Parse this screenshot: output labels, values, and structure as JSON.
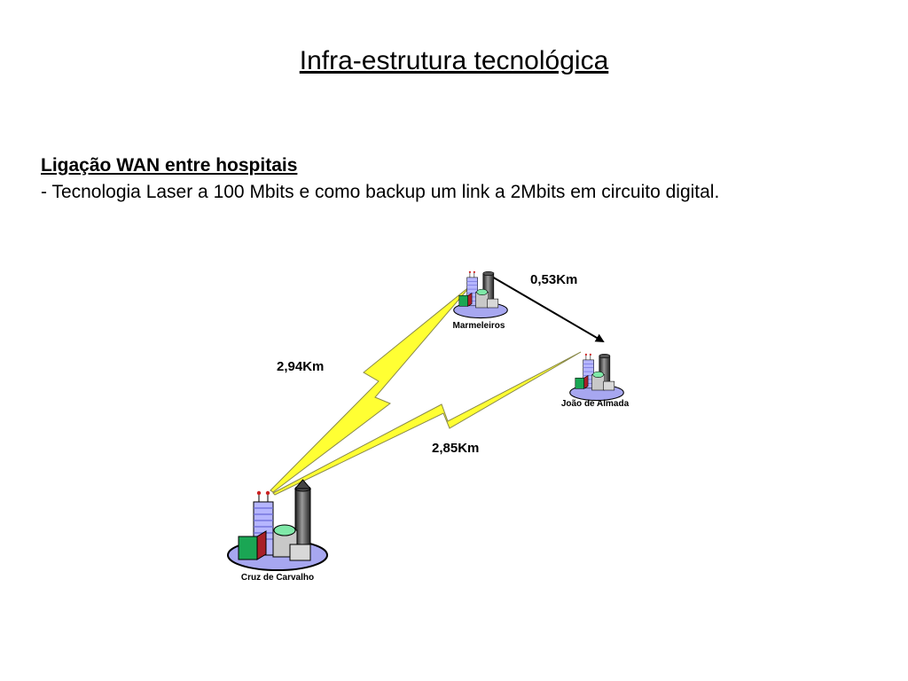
{
  "slide": {
    "title": "Infra-estrutura tecnológica",
    "subheading": "Ligação WAN entre hospitais",
    "bullet": "- Tecnologia Laser a 100 Mbits e como backup um link a 2Mbits em circuito digital."
  },
  "diagram": {
    "sites": {
      "marmeleiros": "Marmeleiros",
      "joao_de_almada": "João de Almada",
      "cruz_de_carvalho": "Cruz de Carvalho"
    },
    "links": {
      "marmeleiros_joao": "0,53Km",
      "cruz_marmeleiros": "2,94Km",
      "cruz_joao": "2,85Km"
    },
    "colors": {
      "laser_fill": "#ffff33",
      "laser_stroke": "#8a8a4a",
      "ground": "#a7a7f0",
      "tower_grey": "#c8c8c8",
      "tower_dark": "#3a3a3a",
      "block_green": "#1aa654",
      "block_red": "#a8202a",
      "facade_blue": "#b6b6ff",
      "dome_green": "#7fe8a8"
    }
  }
}
